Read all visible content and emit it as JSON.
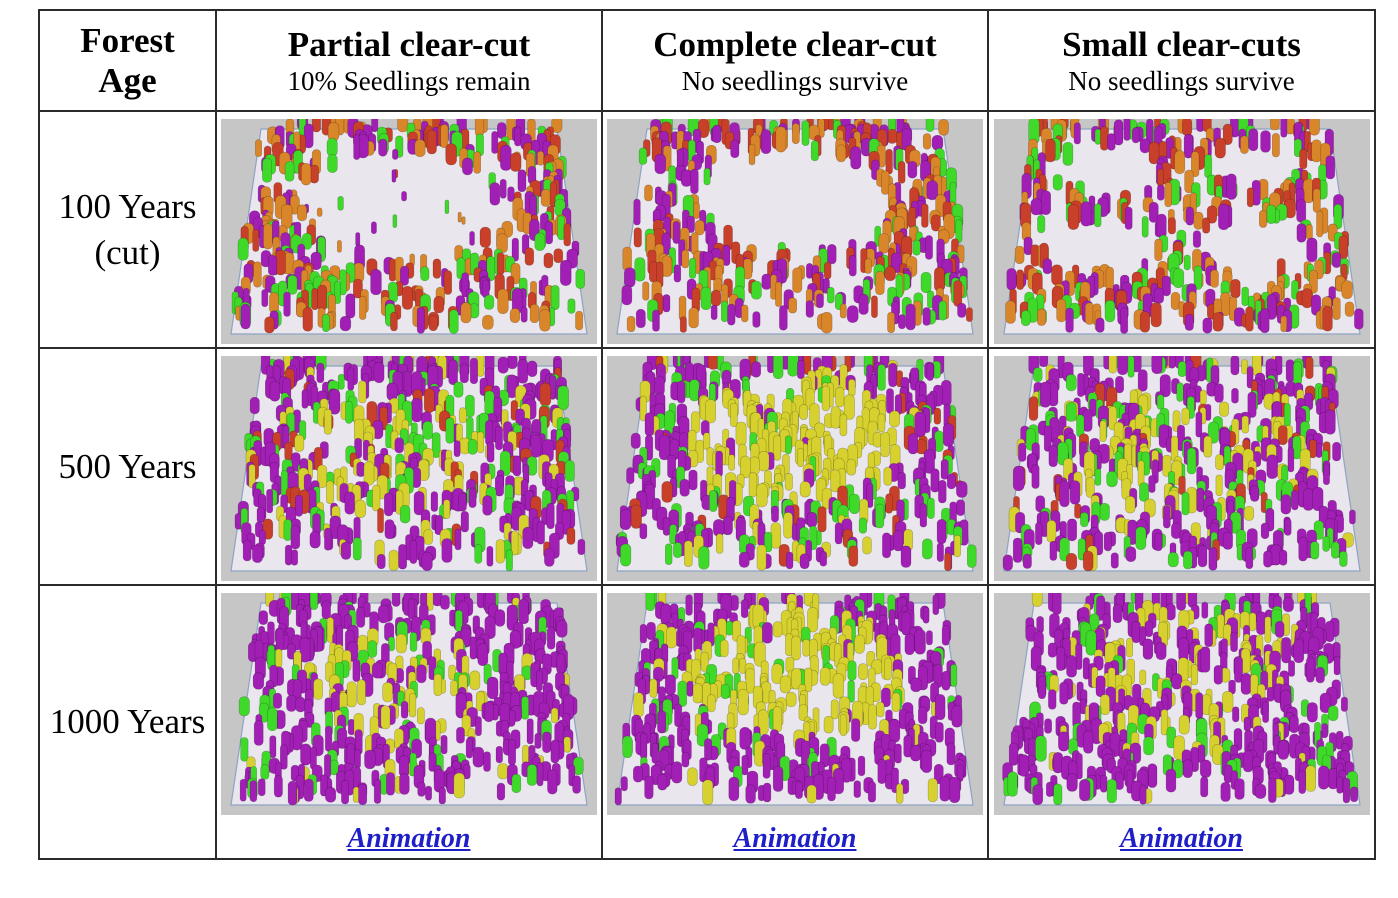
{
  "table": {
    "corner_line1": "Forest",
    "corner_line2": "Age",
    "columns": [
      {
        "title": "Partial clear-cut",
        "subtitle": "10% Seedlings remain",
        "link": "Animation"
      },
      {
        "title": "Complete clear-cut",
        "subtitle": "No seedlings survive",
        "link": "Animation"
      },
      {
        "title": "Small clear-cuts",
        "subtitle": "No seedlings survive",
        "link": "Animation"
      }
    ],
    "rows": [
      {
        "label_line1": "100 Years",
        "label_line2": "(cut)"
      },
      {
        "label_line1": "500 Years",
        "label_line2": ""
      },
      {
        "label_line1": "1000 Years",
        "label_line2": ""
      }
    ]
  },
  "colors": {
    "panel_bg": "#c6c6c6",
    "tree_purple": "#a21fb5",
    "tree_green": "#3fd92a",
    "tree_yellow": "#d6d12e",
    "tree_red": "#c8402a",
    "tree_orange": "#d9862a",
    "clearing": "#ffffff",
    "link": "#1f1fc8"
  },
  "simulations": [
    [
      {
        "scenario": "partial",
        "stage": "cut"
      },
      {
        "scenario": "complete",
        "stage": "cut"
      },
      {
        "scenario": "small",
        "stage": "cut"
      }
    ],
    [
      {
        "scenario": "partial",
        "stage": "mid"
      },
      {
        "scenario": "complete",
        "stage": "mid"
      },
      {
        "scenario": "small",
        "stage": "mid"
      }
    ],
    [
      {
        "scenario": "partial",
        "stage": "late"
      },
      {
        "scenario": "complete",
        "stage": "late"
      },
      {
        "scenario": "small",
        "stage": "late"
      }
    ]
  ]
}
